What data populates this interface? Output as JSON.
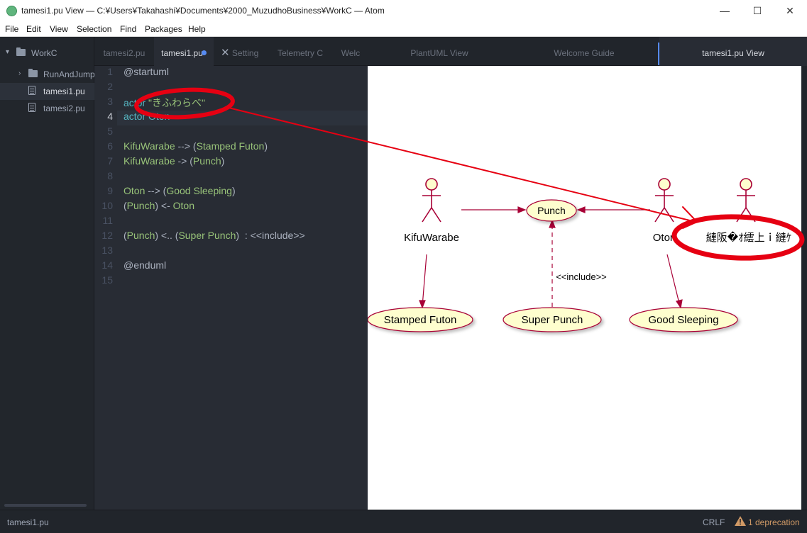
{
  "window": {
    "title": "tamesi1.pu View — C:¥Users¥Takahashi¥Documents¥2000_MuzudhoBusiness¥WorkC — Atom",
    "minimize": "—",
    "maximize": "☐",
    "close": "✕"
  },
  "menu": [
    "File",
    "Edit",
    "View",
    "Selection",
    "Find",
    "Packages",
    "Help"
  ],
  "tree": {
    "root": "WorkC",
    "items": [
      {
        "label": "RunAndJump",
        "type": "folder"
      },
      {
        "label": "tamesi1.pu",
        "type": "file"
      },
      {
        "label": "tamesi2.pu",
        "type": "file"
      }
    ]
  },
  "tabs": [
    {
      "label": "tamesi2.pu"
    },
    {
      "label": "tamesi1.pu"
    },
    {
      "label": "Setting"
    },
    {
      "label": "Telemetry C"
    },
    {
      "label": "Welc"
    },
    {
      "label": "PlantUML View"
    },
    {
      "label": "Welcome Guide"
    },
    {
      "label": "tamesi1.pu View"
    }
  ],
  "editor": {
    "line_numbers": [
      "1",
      "2",
      "3",
      "4",
      "5",
      "6",
      "7",
      "8",
      "9",
      "10",
      "11",
      "12",
      "13",
      "14",
      "15"
    ],
    "current_line": "4",
    "lines": [
      [
        {
          "t": "@startuml",
          "c": "c-plain"
        }
      ],
      [],
      [
        {
          "t": "actor ",
          "c": "c-kw"
        },
        {
          "t": "\"きふわらべ\"",
          "c": "c-str"
        }
      ],
      [
        {
          "t": "actor ",
          "c": "c-kw"
        },
        {
          "t": "Oton",
          "c": "c-kw"
        }
      ],
      [],
      [
        {
          "t": "KifuWarabe",
          "c": "c-id"
        },
        {
          "t": " --> (",
          "c": "c-plain"
        },
        {
          "t": "Stamped Futon",
          "c": "c-id"
        },
        {
          "t": ")",
          "c": "c-plain"
        }
      ],
      [
        {
          "t": "KifuWarabe",
          "c": "c-id"
        },
        {
          "t": " -> (",
          "c": "c-plain"
        },
        {
          "t": "Punch",
          "c": "c-id"
        },
        {
          "t": ")",
          "c": "c-plain"
        }
      ],
      [],
      [
        {
          "t": "Oton",
          "c": "c-id"
        },
        {
          "t": " --> (",
          "c": "c-plain"
        },
        {
          "t": "Good Sleeping",
          "c": "c-id"
        },
        {
          "t": ")",
          "c": "c-plain"
        }
      ],
      [
        {
          "t": "(",
          "c": "c-plain"
        },
        {
          "t": "Punch",
          "c": "c-id"
        },
        {
          "t": ") <- ",
          "c": "c-plain"
        },
        {
          "t": "Oton",
          "c": "c-id"
        }
      ],
      [],
      [
        {
          "t": "(",
          "c": "c-plain"
        },
        {
          "t": "Punch",
          "c": "c-id"
        },
        {
          "t": ") <.. (",
          "c": "c-plain"
        },
        {
          "t": "Super Punch",
          "c": "c-id"
        },
        {
          "t": ")  : <<include>>",
          "c": "c-plain"
        }
      ],
      [],
      [
        {
          "t": "@enduml",
          "c": "c-plain"
        }
      ],
      []
    ]
  },
  "diagram": {
    "actors": [
      "KifuWarabe",
      "Oton",
      "縺阪�ｵ繧上ｉ縺ｹ"
    ],
    "usecases": [
      "Punch",
      "Stamped Futon",
      "Super Punch",
      "Good Sleeping"
    ],
    "include_label": "<<include>>",
    "line_color": "#a80036",
    "fill_color": "#fefece"
  },
  "status": {
    "file": "tamesi1.pu",
    "line_ending": "CRLF",
    "deprecation": "1 deprecation"
  },
  "annotation_color": "#e60012"
}
